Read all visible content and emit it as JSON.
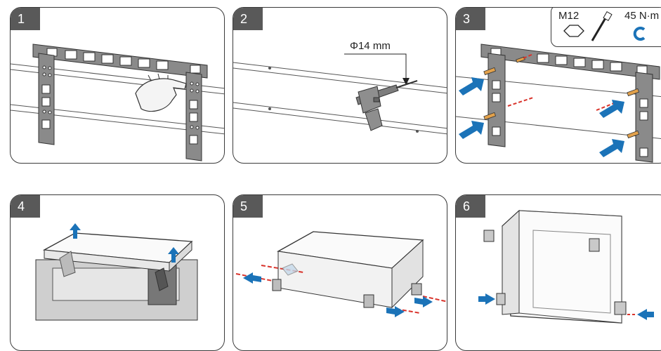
{
  "steps": [
    {
      "number": "1"
    },
    {
      "number": "2",
      "drill_size": "Φ14 mm"
    },
    {
      "number": "3",
      "bolt": "M12",
      "torque": "45 N·m"
    },
    {
      "number": "4"
    },
    {
      "number": "5"
    },
    {
      "number": "6"
    }
  ],
  "colors": {
    "arrow_blue": "#1b73b8",
    "bracket_gray": "#7a7a7a",
    "dash_red": "#d9332b",
    "bolt_orange": "#e2a14b",
    "badge_gray": "#595959"
  },
  "icons": [
    "hex-nut-icon",
    "torque-wrench-icon",
    "clockwise-rotation-icon"
  ]
}
